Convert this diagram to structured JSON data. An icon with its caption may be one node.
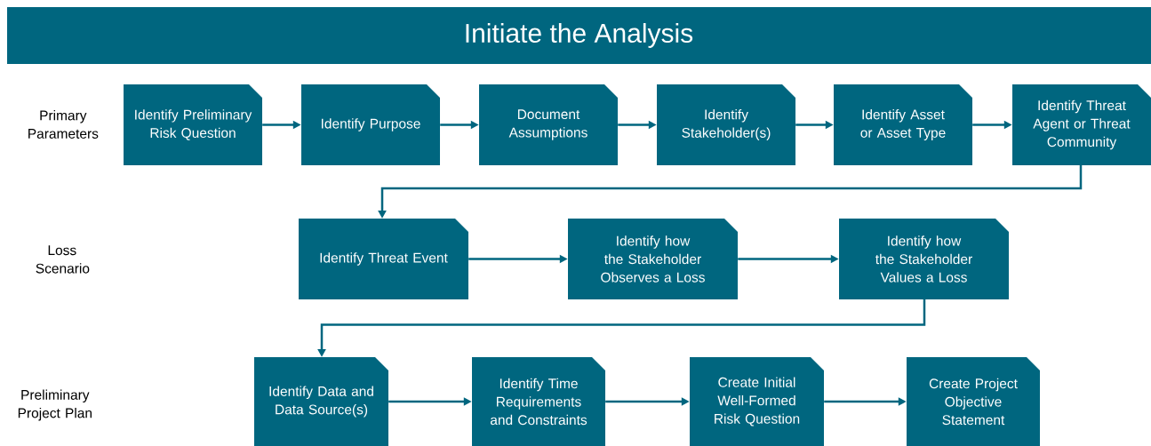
{
  "diagram": {
    "title": "Initiate the Analysis",
    "nodes": [
      {
        "text": [
          "Identify Preliminary Risk Question"
        ]
      },
      {
        "text": [
          "Identify Purpose"
        ]
      },
      {
        "text": [
          "Document Assumptions"
        ]
      },
      {
        "text": [
          "Identify Stakeholder(s)"
        ]
      },
      {
        "text": [
          "Identify Asset or Asset Type"
        ]
      },
      {
        "text": [
          "Identify Threat Agent or Threat Community"
        ]
      },
      {
        "text": [
          "Identify Threat Event"
        ]
      },
      {
        "text": [
          "Identify how the Stakeholder Observes a Loss"
        ]
      },
      {
        "text": [
          "Identify how the Stakeholder Values a Loss"
        ]
      },
      {
        "text": [
          "Identify Data and Data Source(s)"
        ]
      },
      {
        "text": [
          "Identify Time Requirements and Constraints"
        ]
      },
      {
        "text": [
          "Create Initial Well-Formed Risk Question"
        ]
      },
      {
        "text": [
          "Create Project Objective Statement"
        ]
      }
    ],
    "edges": [
      {
        "from": 0,
        "to": 1,
        "arrow": "to"
      },
      {
        "from": 1,
        "to": 2,
        "arrow": "to"
      },
      {
        "from": 2,
        "to": 3,
        "arrow": "to"
      },
      {
        "from": 3,
        "to": 4,
        "arrow": "to"
      },
      {
        "from": 4,
        "to": 5,
        "arrow": "to"
      },
      {
        "from": 5,
        "to": 6,
        "arrow": "to"
      },
      {
        "from": 6,
        "to": 7,
        "arrow": "to"
      },
      {
        "from": 7,
        "to": 8,
        "arrow": "to"
      },
      {
        "from": 8,
        "to": 9,
        "arrow": "to"
      },
      {
        "from": 9,
        "to": 10,
        "arrow": "to"
      },
      {
        "from": 10,
        "to": 11,
        "arrow": "to"
      },
      {
        "from": 11,
        "to": 12,
        "arrow": "to"
      }
    ],
    "labels": [
      "Primary Parameters",
      "Loss Scenario",
      "Preliminary Project Plan"
    ]
  }
}
